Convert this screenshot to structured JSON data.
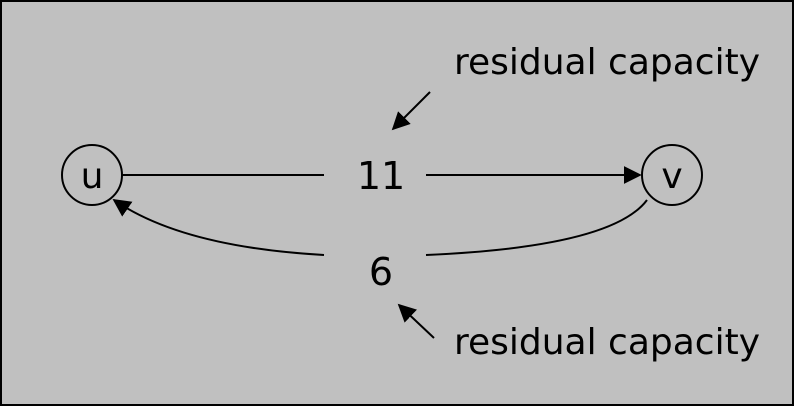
{
  "nodes": {
    "u": {
      "label": "u"
    },
    "v": {
      "label": "v"
    }
  },
  "edges": {
    "forward": {
      "label": "11"
    },
    "backward": {
      "label": "6"
    }
  },
  "annotations": {
    "top": "residual capacity",
    "bottom": "residual capacity"
  },
  "colors": {
    "background": "#c0c0c0",
    "stroke": "#000000"
  }
}
